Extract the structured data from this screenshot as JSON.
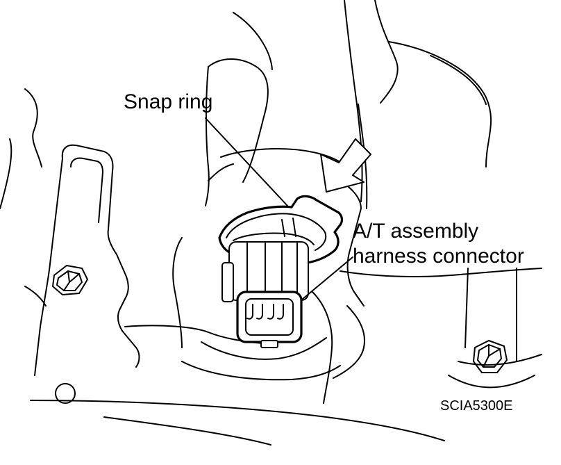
{
  "labels": {
    "snap_ring": "Snap ring",
    "harness_line1": "A/T assembly",
    "harness_line2": "harness connector",
    "figure_code": "SCIA5300E"
  },
  "colors": {
    "ink": "#000000",
    "paper": "#ffffff"
  },
  "icons": {
    "direction_arrow": "arrow-down-left-icon",
    "bolt": "hex-bolt-icon"
  }
}
